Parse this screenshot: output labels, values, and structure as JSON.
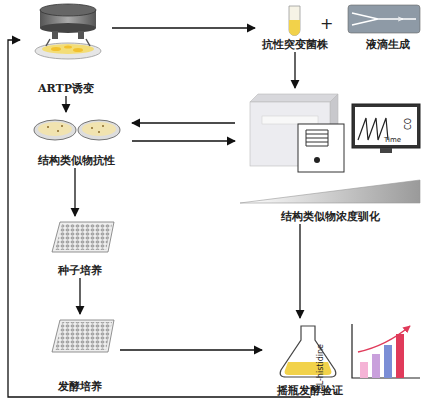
{
  "diagram": {
    "nodes": [
      {
        "text": [
          "ARTP诱变"
        ]
      },
      {
        "text": [
          "抗性突变菌株"
        ]
      },
      {
        "text": [
          "液滴生成"
        ]
      },
      {
        "text": [
          "结构类似物抗性"
        ]
      },
      {
        "text": [
          "结构类似物浓度驯化"
        ]
      },
      {
        "text": [
          "种子培养"
        ]
      },
      {
        "text": [
          "发酵培养"
        ]
      },
      {
        "text": [
          "摇瓶发酵验证"
        ]
      }
    ],
    "edges": [
      {
        "from": 0,
        "to": 1,
        "arrow": "to"
      },
      {
        "from": 1,
        "to": 4,
        "arrow": "to"
      },
      {
        "from": 0,
        "to": 3,
        "arrow": "to"
      },
      {
        "from": 4,
        "to": 3,
        "arrow": "to"
      },
      {
        "from": 3,
        "to": 4,
        "arrow": "to"
      },
      {
        "from": 3,
        "to": 5,
        "arrow": "to"
      },
      {
        "from": 5,
        "to": 6,
        "arrow": "to"
      },
      {
        "from": 6,
        "to": 7,
        "arrow": "to"
      },
      {
        "from": 4,
        "to": 7,
        "arrow": "to"
      },
      {
        "from": 7,
        "to": 0,
        "arrow": "to"
      }
    ],
    "labels": [
      "+",
      "CO",
      "Time",
      "L-histidine"
    ]
  }
}
